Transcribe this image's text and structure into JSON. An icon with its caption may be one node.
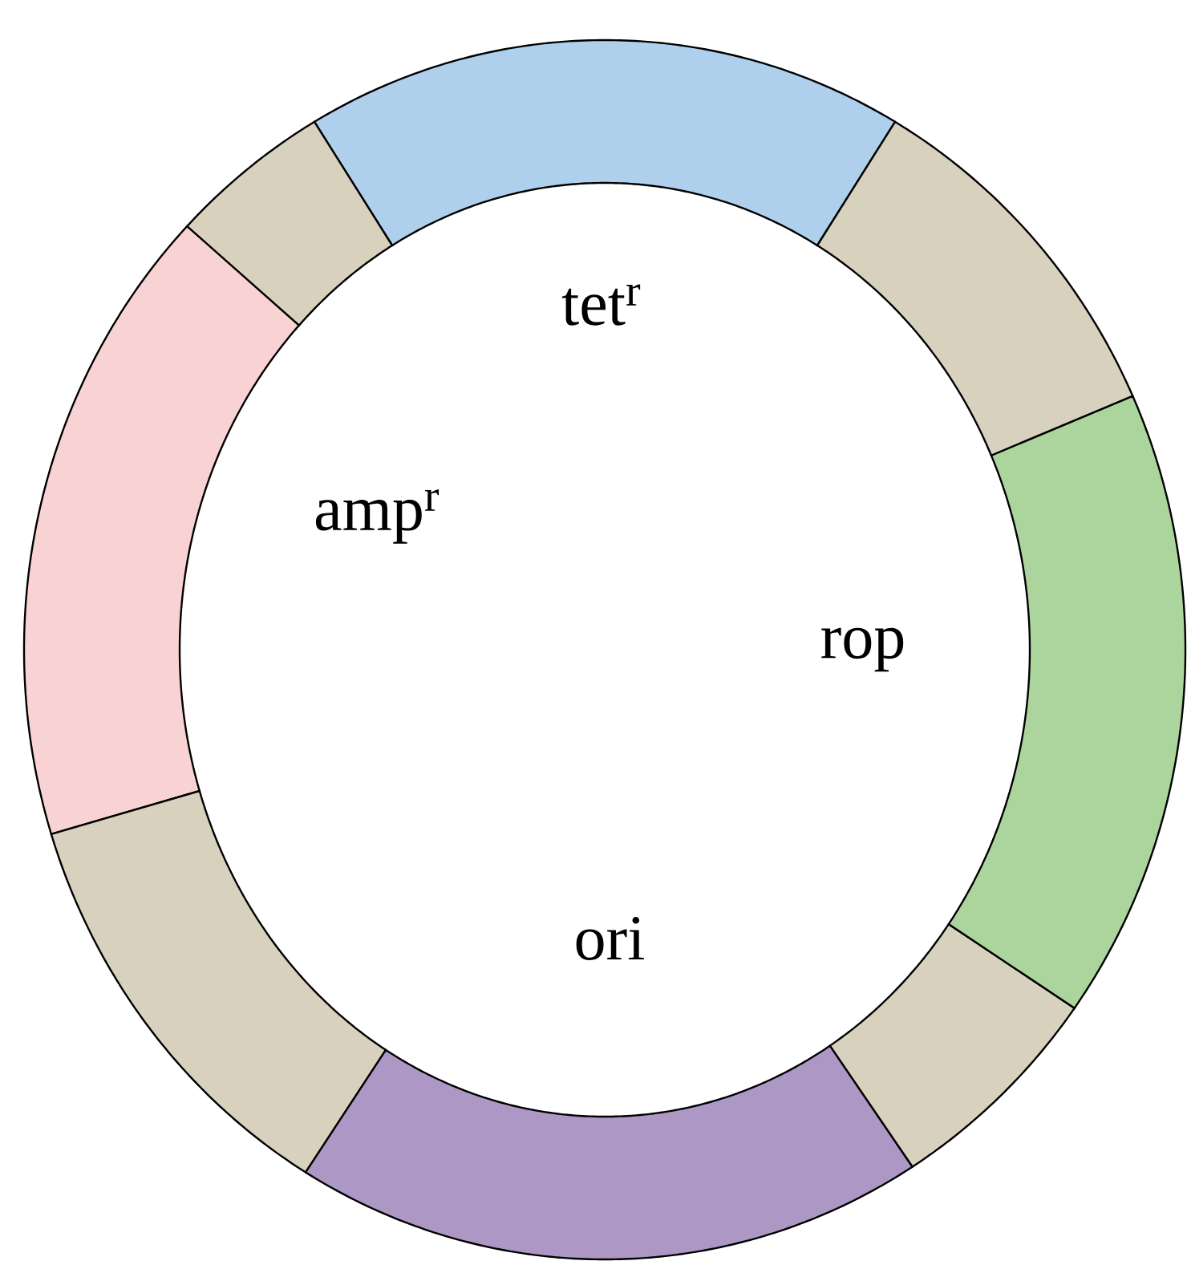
{
  "diagram": {
    "labels": [
      "tet$^{r}$",
      "amp$^{r}$",
      "rop",
      "ori"
    ]
  }
}
